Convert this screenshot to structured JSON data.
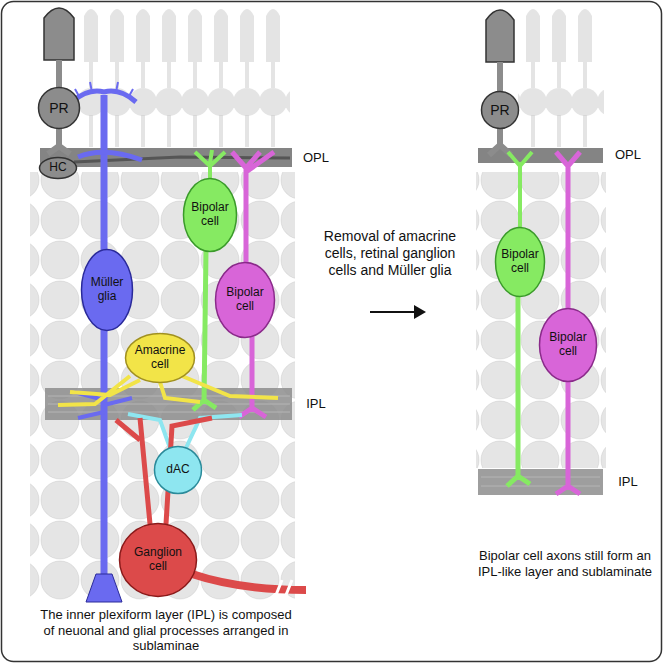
{
  "diagram": {
    "nodes": [
      {
        "text": [
          "PR"
        ]
      },
      {
        "text": [
          "HC"
        ]
      },
      {
        "text": [
          "Müller glia"
        ]
      },
      {
        "text": [
          "Bipolar cell"
        ]
      },
      {
        "text": [
          "Bipolar cell"
        ]
      },
      {
        "text": [
          "Amacrine cell"
        ]
      },
      {
        "text": [
          "dAC"
        ]
      },
      {
        "text": [
          "Ganglion cell"
        ]
      },
      {
        "text": [
          "PR"
        ]
      },
      {
        "text": [
          "Bipolar cell"
        ]
      },
      {
        "text": [
          "Bipolar cell"
        ]
      }
    ],
    "labels": [
      "OPL",
      "IPL",
      "The inner plexiform layer (IPL) is composed of neuonal and glial processes arranged in sublaminae",
      "Removal of amacrine cells, retinal ganglion cells and Müller glia",
      "OPL",
      "IPL",
      "Bipolar cell axons still form an IPL-like layer and sublaminate"
    ]
  }
}
